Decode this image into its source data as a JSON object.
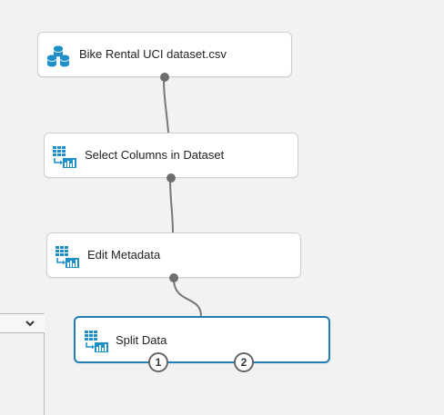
{
  "canvas": {
    "nodes": [
      {
        "label": "Bike Rental UCI dataset.csv",
        "icon": "dataset-icon"
      },
      {
        "label": "Select Columns in Dataset",
        "icon": "transform-icon"
      },
      {
        "label": "Edit Metadata",
        "icon": "transform-icon"
      },
      {
        "label": "Split Data",
        "icon": "transform-icon",
        "selected": true,
        "output_ports": [
          "1",
          "2"
        ]
      }
    ]
  },
  "side_panel": {
    "icon": "chevron-down-icon"
  },
  "colors": {
    "accent": "#1f7db8",
    "wire": "#777777",
    "icon": "#1f8fc9"
  }
}
